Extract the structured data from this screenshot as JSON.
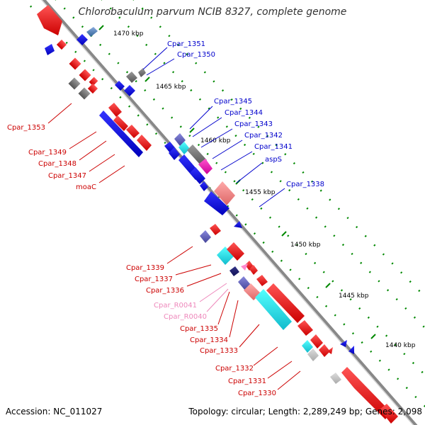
{
  "title": "Chlorobaculum parvum NCIB 8327, complete genome",
  "footer": {
    "accession": "Accession: NC_011027",
    "topology": "Topology: circular; Length: 2,289,249 bp; Genes: 2,098"
  },
  "scale_labels": [
    "1470 kbp",
    "1465 kbp",
    "1460 kbp",
    "1455 kbp",
    "1450 kbp",
    "1445 kbp",
    "1440 kbp"
  ],
  "gene_labels": {
    "upper_blue": [
      "Cpar_1351",
      "Cpar_1350"
    ],
    "mid_blue": [
      "Cpar_1345",
      "Cpar_1344",
      "Cpar_1343",
      "Cpar_1342",
      "Cpar_1341",
      "aspS",
      "Cpar_1338"
    ],
    "left_red": [
      "Cpar_1353",
      "Cpar_1349",
      "Cpar_1348",
      "Cpar_1347",
      "moaC"
    ],
    "lower_red": [
      "Cpar_1339",
      "Cpar_1337",
      "Cpar_1336",
      "Cpar_R0041",
      "Cpar_R0040",
      "Cpar_1335",
      "Cpar_1334",
      "Cpar_1333",
      "Cpar_1332",
      "Cpar_1331",
      "Cpar_1330"
    ]
  },
  "colors": {
    "forward_cds": "#ee0000",
    "reverse_cds": "#1010ee",
    "rna_gene": "#ff88cc",
    "other_gene": "#777777",
    "backbone": "#888888",
    "tick": "#008800",
    "label_blue": "#0000cc",
    "label_red": "#cc0000",
    "label_pink": "#ee88bb"
  }
}
